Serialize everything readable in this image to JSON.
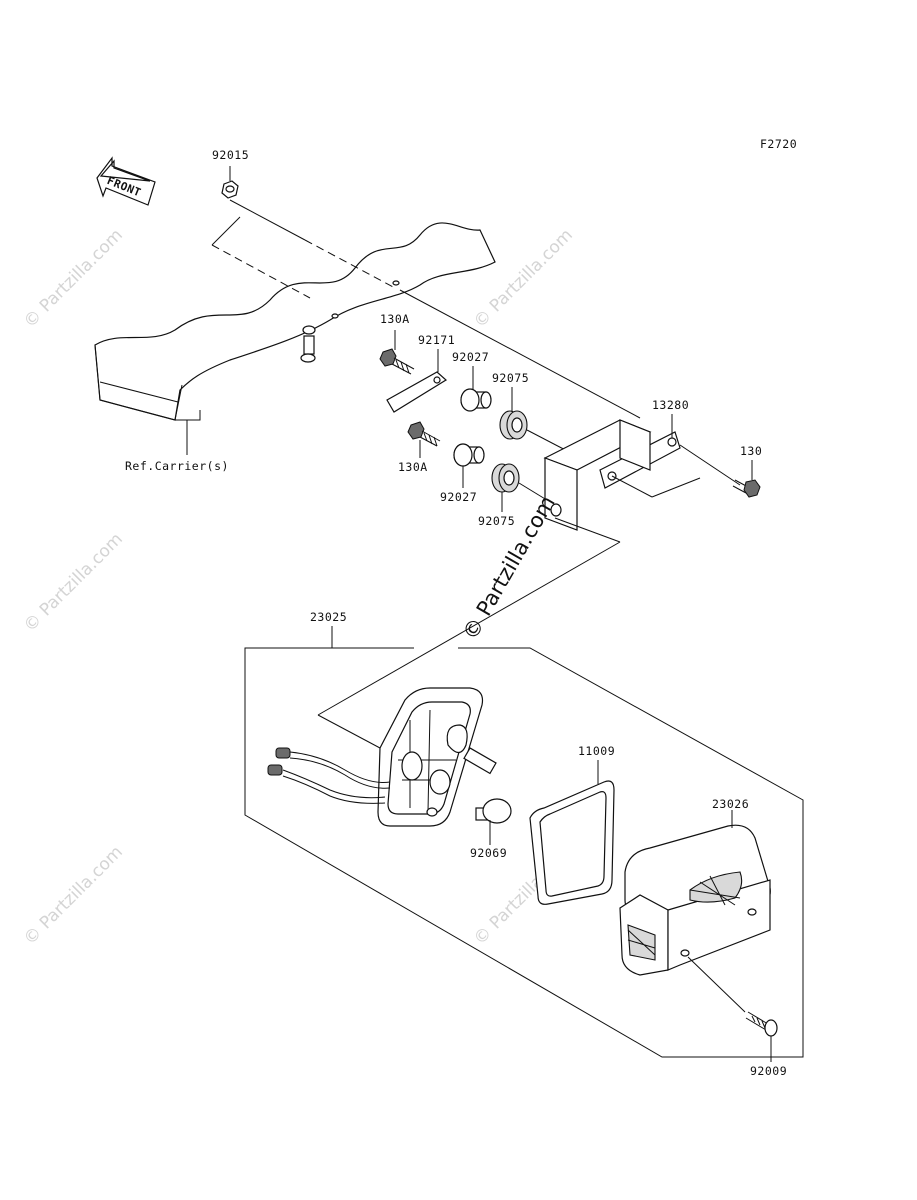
{
  "diagram": {
    "figure_code": "F2720",
    "front_label": "FRONT",
    "ref_label": "Ref.Carrier(s)",
    "watermark_text": "© Partzilla.com",
    "part_numbers": {
      "nut_top": "92015",
      "bolt_upper": "130A",
      "plate": "92171",
      "collar_upper": "92027",
      "grommet_upper": "92075",
      "bracket": "13280",
      "bolt_right": "130",
      "bolt_lower": "130A",
      "collar_lower": "92027",
      "grommet_lower": "92075",
      "assembly": "23025",
      "gasket": "11009",
      "bulb": "92069",
      "lens": "23026",
      "screw": "92009"
    }
  }
}
